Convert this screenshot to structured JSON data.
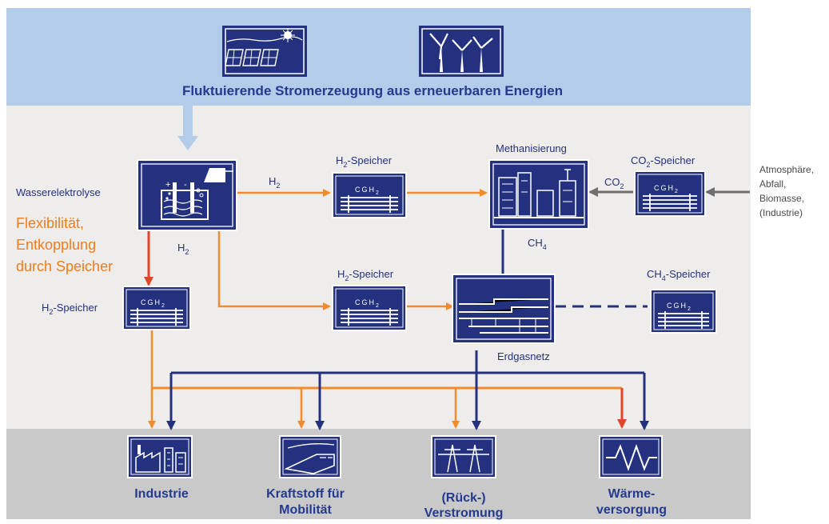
{
  "header": {
    "title": "Fluktuierende Stromerzeugung aus erneuerbaren Energien",
    "icons": [
      "solar-panel-icon",
      "wind-turbine-icon"
    ]
  },
  "labels": {
    "electrolysis": "Wasserelektrolyse",
    "flex_line1": "Flexibilität,",
    "flex_line2": "Entkopplung",
    "flex_line3": "durch Speicher",
    "h2_main": "H",
    "h2_top": "H",
    "h2_sub": "2",
    "h2_speicher_left": "H",
    "speicher_suffix": "-Speicher",
    "h2_speicher_top": "H",
    "h2_speicher_mid": "H",
    "methanisierung": "Methanisierung",
    "co2_speicher_pre": "CO",
    "co2_arrow_pre": "CO",
    "ch4_label": "CH",
    "ch4_sub": "4",
    "ch4_speicher_pre": "CH",
    "erdgasnetz": "Erdgasnetz",
    "sources_line1": "Atmosphäre,",
    "sources_line2": "Abfall,",
    "sources_line3": "Biomasse,",
    "sources_line4": "(Industrie)",
    "cgh_main": "CGH",
    "cgh_sub": "2"
  },
  "consumers": [
    {
      "line1": "Industrie",
      "line2": "",
      "icon": "factory-icon"
    },
    {
      "line1": "Kraftstoff für",
      "line2": "Mobilität",
      "icon": "train-icon"
    },
    {
      "line1": "(Rück-)",
      "line2": "Verstromung",
      "icon": "power-line-icon"
    },
    {
      "line1": "Wärme-",
      "line2": "versorgung",
      "icon": "heat-wave-icon"
    }
  ],
  "colors": {
    "top_band": "#b3cce9",
    "middle_band": "#efedeb",
    "bottom_band": "#c9c9c9",
    "navy": "#23317f",
    "orange": "#f28b2c",
    "red": "#e2452a",
    "title_text": "#233a8e",
    "orange_text": "#f07c1a",
    "gray_arrow": "#6f6f6f"
  }
}
